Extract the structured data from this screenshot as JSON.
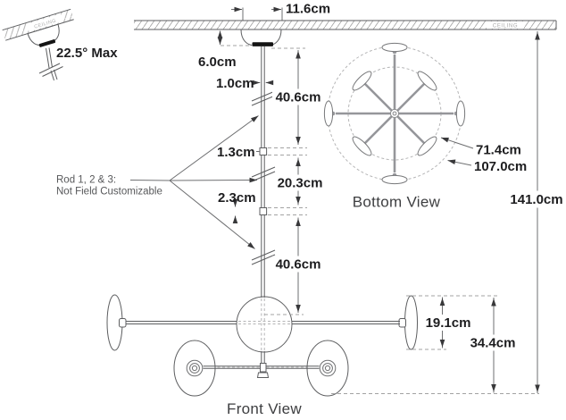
{
  "ceiling_label": "CEILING",
  "slope_note": {
    "max_angle": "22.5° Max"
  },
  "front_view": {
    "label": "Front View",
    "note1": "Rod 1, 2 & 3:",
    "note2": "Not Field Customizable",
    "dims": {
      "canopy_width": "11.6cm",
      "canopy_drop": "6.0cm",
      "rod_diameter": "1.0cm",
      "rod1": "40.6cm",
      "coupler1": "1.3cm",
      "rod2": "20.3cm",
      "coupler2": "2.3cm",
      "rod3": "40.6cm",
      "shade_diameter": "19.1cm",
      "body_height": "34.4cm",
      "overall_height": "141.0cm"
    }
  },
  "bottom_view": {
    "label": "Bottom View",
    "dims": {
      "inner_spread": "71.4cm",
      "outer_spread": "107.0cm"
    }
  },
  "colors": {
    "ink": "#1d1d1f",
    "line": "#5d5e60",
    "dash": "#a3a3a3",
    "canopy_cap": "#141414"
  }
}
